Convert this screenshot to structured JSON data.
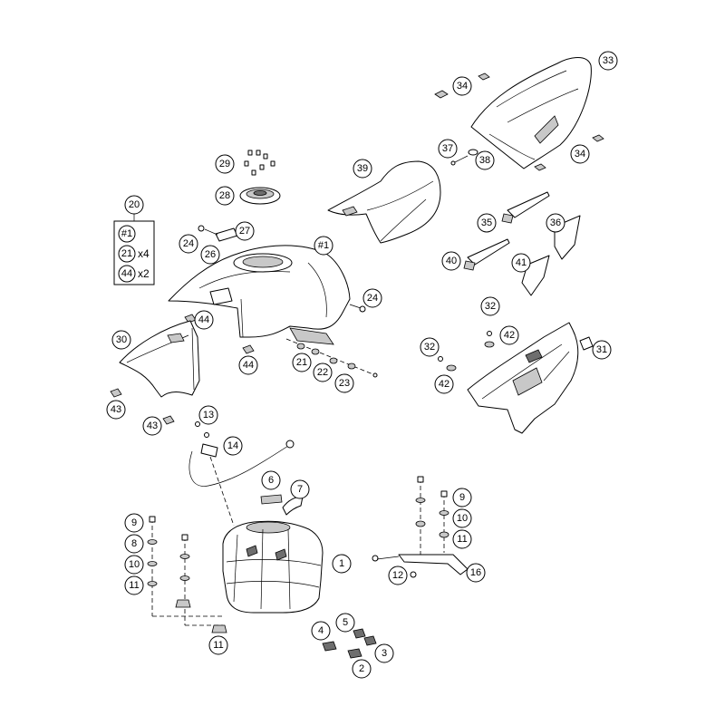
{
  "callouts": [
    {
      "id": "c33",
      "label": "33"
    },
    {
      "id": "c34a",
      "label": "34"
    },
    {
      "id": "c34b",
      "label": "34"
    },
    {
      "id": "c37",
      "label": "37"
    },
    {
      "id": "c38",
      "label": "38"
    },
    {
      "id": "c39",
      "label": "39"
    },
    {
      "id": "c29",
      "label": "29"
    },
    {
      "id": "c28",
      "label": "28"
    },
    {
      "id": "c20",
      "label": "20"
    },
    {
      "id": "c27",
      "label": "27"
    },
    {
      "id": "c24a",
      "label": "24"
    },
    {
      "id": "c26",
      "label": "26"
    },
    {
      "id": "c1ref",
      "label": "#1"
    },
    {
      "id": "c24b",
      "label": "24"
    },
    {
      "id": "c35",
      "label": "35"
    },
    {
      "id": "c36",
      "label": "36"
    },
    {
      "id": "c40",
      "label": "40"
    },
    {
      "id": "c41",
      "label": "41"
    },
    {
      "id": "c32a",
      "label": "32"
    },
    {
      "id": "c42a",
      "label": "42"
    },
    {
      "id": "c32b",
      "label": "32"
    },
    {
      "id": "c42b",
      "label": "42"
    },
    {
      "id": "c31",
      "label": "31"
    },
    {
      "id": "c30",
      "label": "30"
    },
    {
      "id": "c44a",
      "label": "44"
    },
    {
      "id": "c44b",
      "label": "44"
    },
    {
      "id": "c21",
      "label": "21"
    },
    {
      "id": "c22",
      "label": "22"
    },
    {
      "id": "c23",
      "label": "23"
    },
    {
      "id": "c43a",
      "label": "43"
    },
    {
      "id": "c43b",
      "label": "43"
    },
    {
      "id": "c13",
      "label": "13"
    },
    {
      "id": "c14",
      "label": "14"
    },
    {
      "id": "c6",
      "label": "6"
    },
    {
      "id": "c7",
      "label": "7"
    },
    {
      "id": "c9a",
      "label": "9"
    },
    {
      "id": "c8",
      "label": "8"
    },
    {
      "id": "c10a",
      "label": "10"
    },
    {
      "id": "c11a",
      "label": "11"
    },
    {
      "id": "c1",
      "label": "1"
    },
    {
      "id": "c9b",
      "label": "9"
    },
    {
      "id": "c10b",
      "label": "10"
    },
    {
      "id": "c11b",
      "label": "11"
    },
    {
      "id": "c12",
      "label": "12"
    },
    {
      "id": "c16",
      "label": "16"
    },
    {
      "id": "c4",
      "label": "4"
    },
    {
      "id": "c5",
      "label": "5"
    },
    {
      "id": "c3",
      "label": "3"
    },
    {
      "id": "c2",
      "label": "2"
    },
    {
      "id": "c11c",
      "label": "11"
    }
  ],
  "kit": {
    "number": "20",
    "items": [
      {
        "ref": "#1",
        "qty": ""
      },
      {
        "ref": "21",
        "qty": "x4"
      },
      {
        "ref": "44",
        "qty": "x2"
      }
    ]
  }
}
